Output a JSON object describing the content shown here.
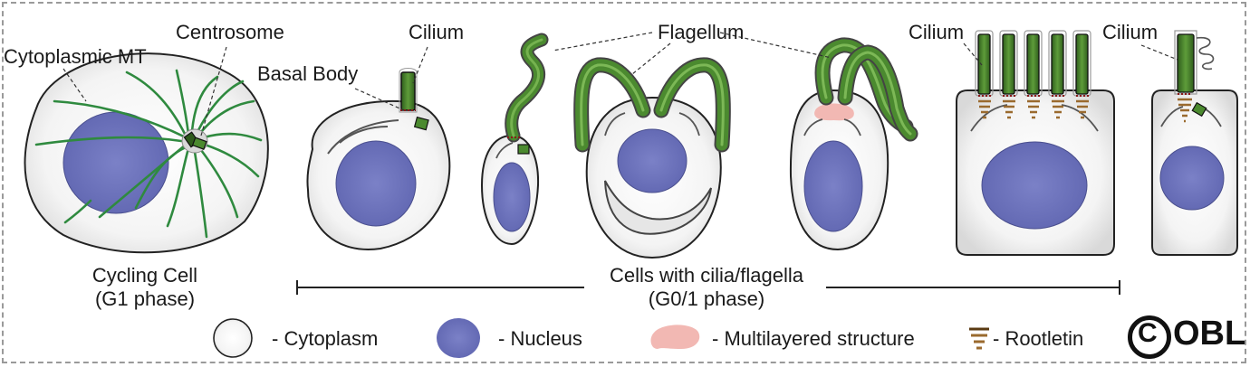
{
  "labels": {
    "cytoplasmic_mt": "Cytoplasmic MT",
    "centrosome": "Centrosome",
    "basal_body": "Basal Body",
    "cilium_1": "Cilium",
    "flagellum": "Flagellum",
    "cilium_2": "Cilium",
    "cilium_3": "Cilium"
  },
  "captions": {
    "cycling_line1": "Cycling Cell",
    "cycling_line2": "(G1 phase)",
    "ciliated_line1": "Cells with cilia/flagella",
    "ciliated_line2": "(G0/1 phase)"
  },
  "legend": [
    {
      "key": "cytoplasm",
      "label": "- Cytoplasm"
    },
    {
      "key": "nucleus",
      "label": "- Nucleus"
    },
    {
      "key": "multilayered",
      "label": "- Multilayered structure"
    },
    {
      "key": "rootletin",
      "label": "- Rootletin"
    }
  ],
  "copyright": {
    "symbol": "C",
    "text": "OBL"
  },
  "colors": {
    "nucleus": "#6e74bd",
    "cytoplasm": "#f1f1f1",
    "cilium": "#4b8a2f",
    "cilium_dark": "#2d5a1b",
    "microtubule": "#2f8a3f",
    "multilayered": "#f2b8b3",
    "rootletin": "#9a6a2e"
  }
}
